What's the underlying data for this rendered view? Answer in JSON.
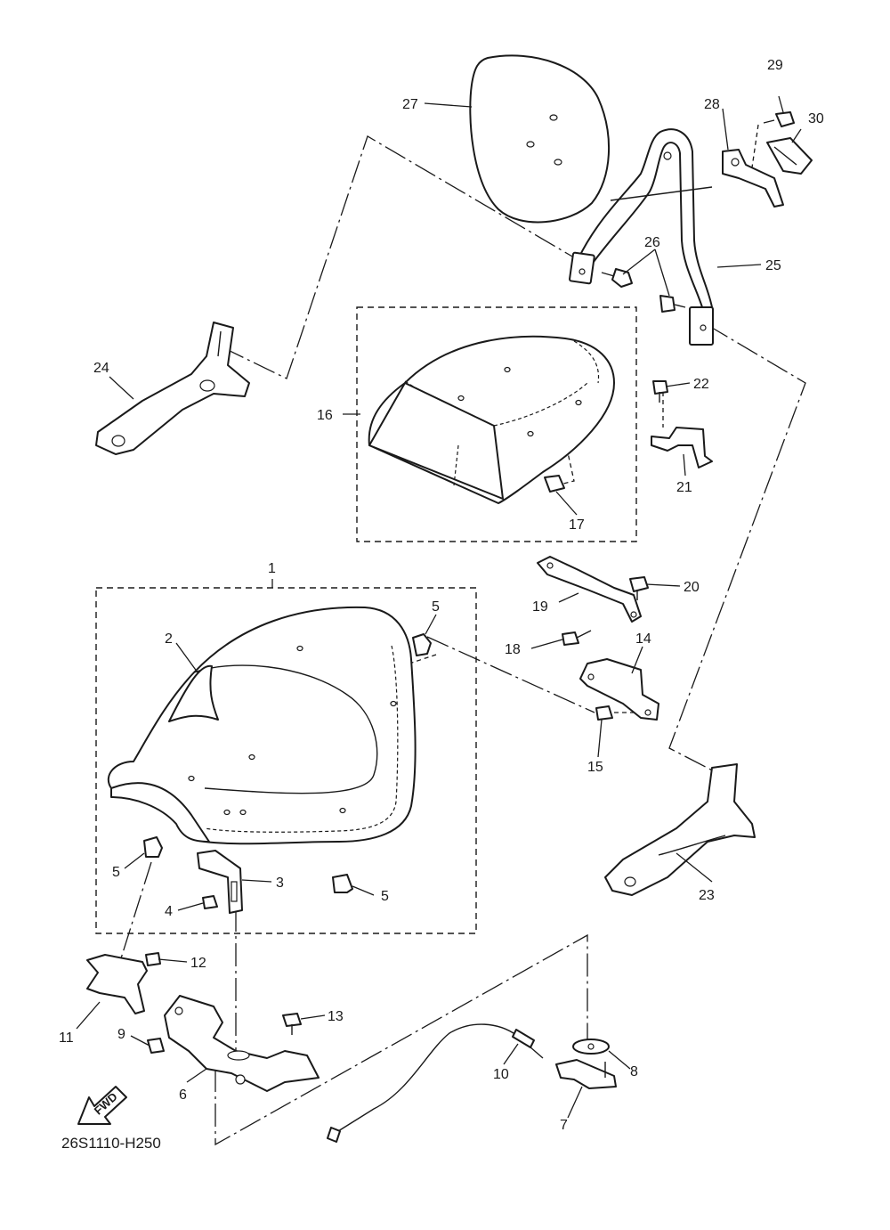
{
  "diagram_code": "26S1110-H250",
  "fwd_label": "FWD",
  "parts": {
    "p1": "1",
    "p2": "2",
    "p3": "3",
    "p4": "4",
    "p5a": "5",
    "p5b": "5",
    "p5c": "5",
    "p6": "6",
    "p7": "7",
    "p8": "8",
    "p9": "9",
    "p10": "10",
    "p11": "11",
    "p12": "12",
    "p13": "13",
    "p14": "14",
    "p15": "15",
    "p16": "16",
    "p17": "17",
    "p18": "18",
    "p19": "19",
    "p20": "20",
    "p21": "21",
    "p22": "22",
    "p23": "23",
    "p24": "24",
    "p25": "25",
    "p26": "26",
    "p27": "27",
    "p28": "28",
    "p29": "29",
    "p30": "30"
  }
}
